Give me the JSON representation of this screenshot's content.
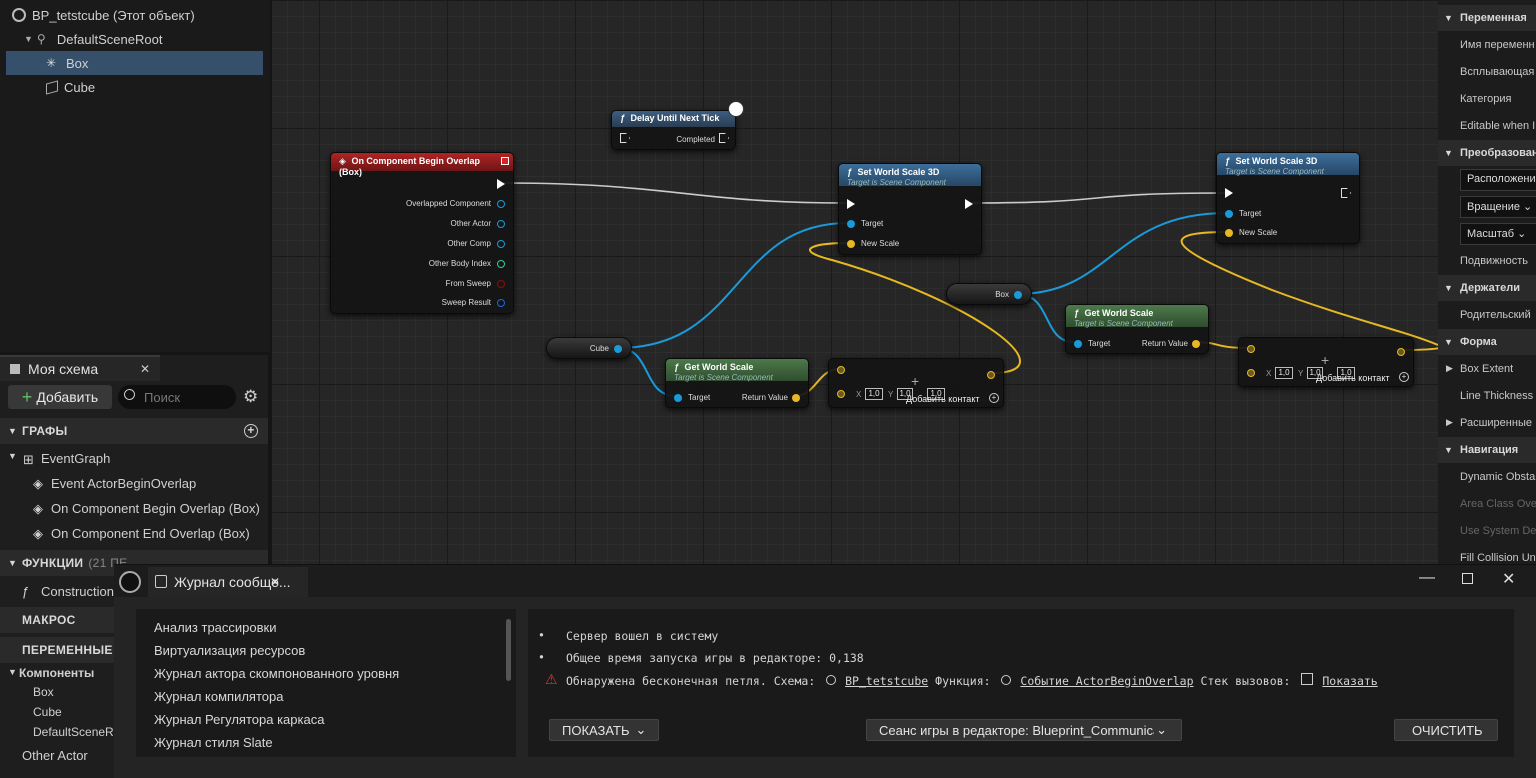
{
  "component_tree": {
    "root": "BP_tetstcube (Этот объект)",
    "scene_root": "DefaultSceneRoot",
    "children": [
      "Box",
      "Cube"
    ],
    "selected": "Box"
  },
  "my_blueprint": {
    "tab_label": "Моя схема",
    "add_label": "Добавить",
    "search_placeholder": "Поиск",
    "graphs_header": "ГРАФЫ",
    "event_graph": "EventGraph",
    "events": [
      "Event ActorBeginOverlap",
      "On Component Begin Overlap (Box)",
      "On Component End Overlap (Box)"
    ],
    "functions_header": "ФУНКЦИИ",
    "functions_count": "(21 ПЕ",
    "construction": "Construction",
    "macros_header": "МАКРОС",
    "variables_header": "ПЕРЕМЕННЫЕ",
    "components_label": "Компоненты",
    "components": [
      "Box",
      "Cube",
      "DefaultSceneR"
    ],
    "other_actor": "Other Actor"
  },
  "graph": {
    "delay_node": {
      "title": "Delay Until Next Tick",
      "completed": "Completed"
    },
    "event_node": {
      "title": "On Component Begin Overlap (Box)",
      "pins": [
        "Overlapped Component",
        "Other Actor",
        "Other Comp",
        "Other Body Index",
        "From Sweep",
        "Sweep Result"
      ]
    },
    "set_scale_1": {
      "title": "Set World Scale 3D",
      "subtitle": "Target is Scene Component",
      "target": "Target",
      "new_scale": "New Scale"
    },
    "set_scale_2": {
      "title": "Set World Scale 3D",
      "subtitle": "Target is Scene Component",
      "target": "Target",
      "new_scale": "New Scale"
    },
    "cube_var": "Cube",
    "box_var": "Box",
    "get_scale_1": {
      "title": "Get World Scale",
      "subtitle": "Target is Scene Component",
      "target": "Target",
      "return": "Return Value"
    },
    "get_scale_2": {
      "title": "Get World Scale",
      "subtitle": "Target is Scene Component",
      "target": "Target",
      "return": "Return Value"
    },
    "add_1": {
      "x_label": "X",
      "x": "1,0",
      "y_label": "Y",
      "y": "1,0",
      "z": "1,0",
      "add_pin": "Добавить контакт"
    },
    "add_2": {
      "x_label": "X",
      "x": "1,0",
      "y_label": "Y",
      "y": "1,0",
      "z": "1,0",
      "add_pin": "Добавить контакт"
    }
  },
  "details": {
    "variable_header": "Переменная",
    "var_rows": [
      "Имя переменн",
      "Всплывающая",
      "Категория",
      "Editable when I"
    ],
    "transform_header": "Преобразован",
    "transform_rows": [
      "Расположени",
      "Вращение",
      "Масштаб"
    ],
    "mobility": "Подвижность",
    "sockets_header": "Держатели",
    "parent_socket": "Родительский",
    "shape_header": "Форма",
    "shape_rows": [
      "Box Extent",
      "Line Thickness",
      "Расширенные"
    ],
    "nav_header": "Навигация",
    "nav_rows": [
      "Dynamic Obsta",
      "Area Class Ove",
      "Use System De",
      "Fill Collision Un"
    ]
  },
  "message_log": {
    "title": "Журнал сообще...",
    "categories": [
      "Анализ трассировки",
      "Виртуализация ресурсов",
      "Журнал актора скомпонованного уровня",
      "Журнал компилятора",
      "Журнал Регулятора каркаса",
      "Журнал стиля Slate"
    ],
    "messages": {
      "m1": "Сервер вошел в систему",
      "m2": "Общее время запуска игры в редакторе: 0,138",
      "m3_prefix": "Обнаружена бесконечная петля. Схема:",
      "m3_schema": "BP_tetstcube",
      "m3_func_label": "Функция:",
      "m3_func": "Событие ActorBeginOverlap",
      "m3_stack_label": "Стек вызовов:",
      "m3_show": "Показать"
    },
    "show_button": "ПОКАЗАТЬ",
    "session_dropdown": "Сеанс игры в редакторе: Blueprint_Communica",
    "clear_button": "ОЧИСТИТЬ"
  }
}
